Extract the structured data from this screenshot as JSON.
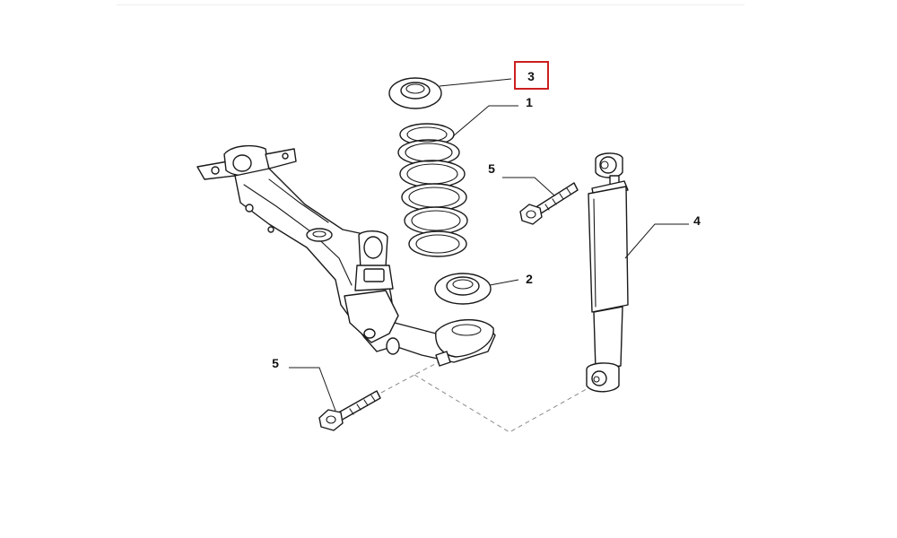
{
  "diagram": {
    "callouts": {
      "spring": "1",
      "lower_seat": "2",
      "upper_seat": "3",
      "shock_absorber": "4",
      "upper_bolt": "5",
      "lower_bolt": "5"
    },
    "highlighted_callout": "3",
    "colors": {
      "highlight": "#cc1f1f",
      "line": "#1a1a1a",
      "dashed": "#8a8a8a"
    }
  }
}
